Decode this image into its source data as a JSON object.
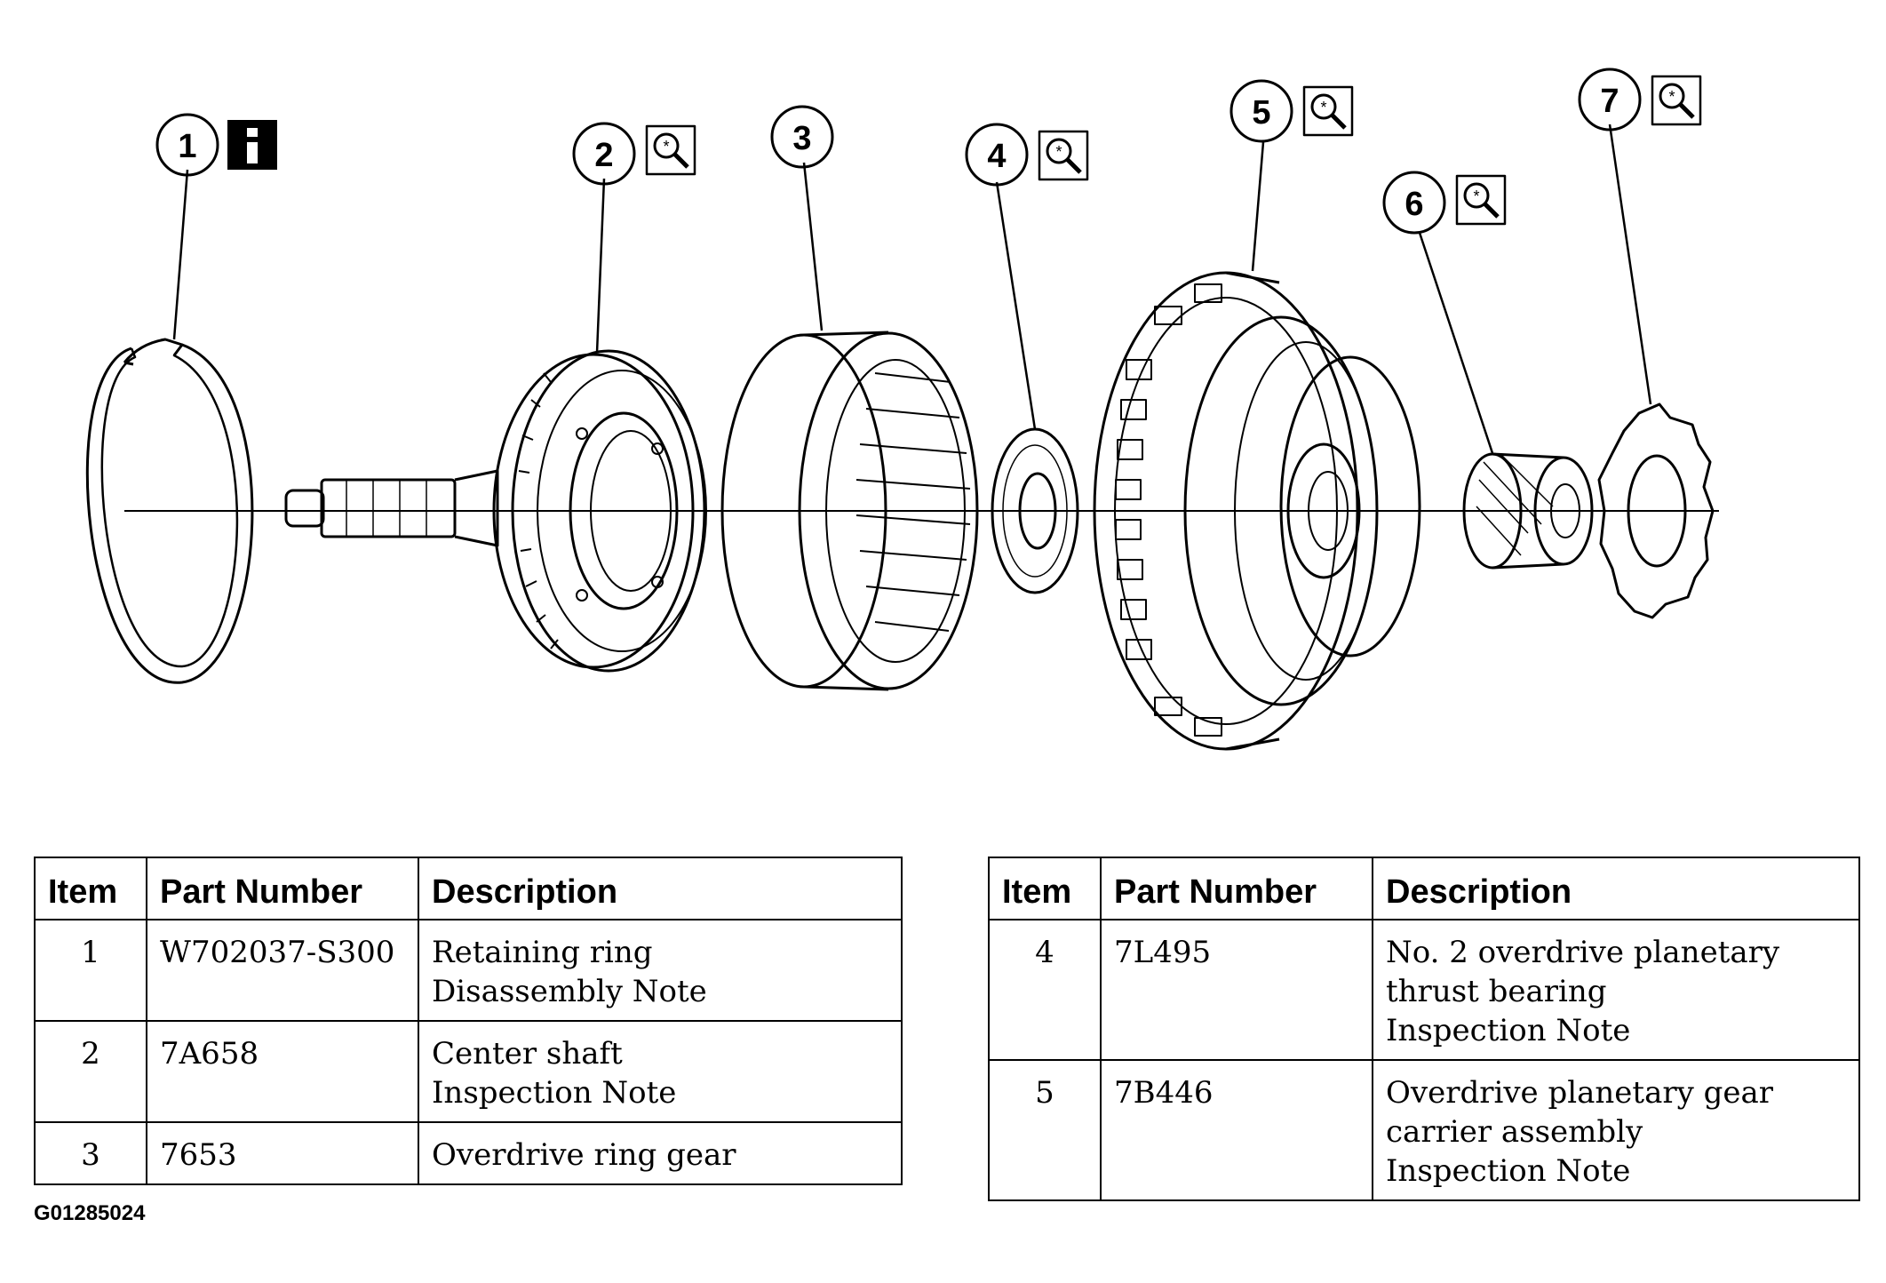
{
  "callouts": [
    {
      "number": "1",
      "icon": "info-icon"
    },
    {
      "number": "2",
      "icon": "magnifier-icon"
    },
    {
      "number": "3",
      "icon": ""
    },
    {
      "number": "4",
      "icon": "magnifier-icon"
    },
    {
      "number": "5",
      "icon": "magnifier-icon"
    },
    {
      "number": "6",
      "icon": "magnifier-icon"
    },
    {
      "number": "7",
      "icon": "magnifier-icon"
    }
  ],
  "table_headers": {
    "item": "Item",
    "part_number": "Part Number",
    "description": "Description"
  },
  "left_table": {
    "rows": [
      {
        "item": "1",
        "part_number": "W702037-S300",
        "description": [
          "Retaining ring",
          "Disassembly Note"
        ]
      },
      {
        "item": "2",
        "part_number": "7A658",
        "description": [
          "Center shaft",
          "Inspection Note"
        ]
      },
      {
        "item": "3",
        "part_number": "7653",
        "description": [
          "Overdrive ring gear"
        ]
      }
    ]
  },
  "right_table": {
    "rows": [
      {
        "item": "4",
        "part_number": "7L495",
        "description": [
          "No. 2 overdrive planetary",
          "thrust bearing",
          "Inspection Note"
        ]
      },
      {
        "item": "5",
        "part_number": "7B446",
        "description": [
          "Overdrive planetary gear",
          "carrier assembly",
          "Inspection Note"
        ]
      }
    ]
  },
  "figure_id": "G01285024"
}
